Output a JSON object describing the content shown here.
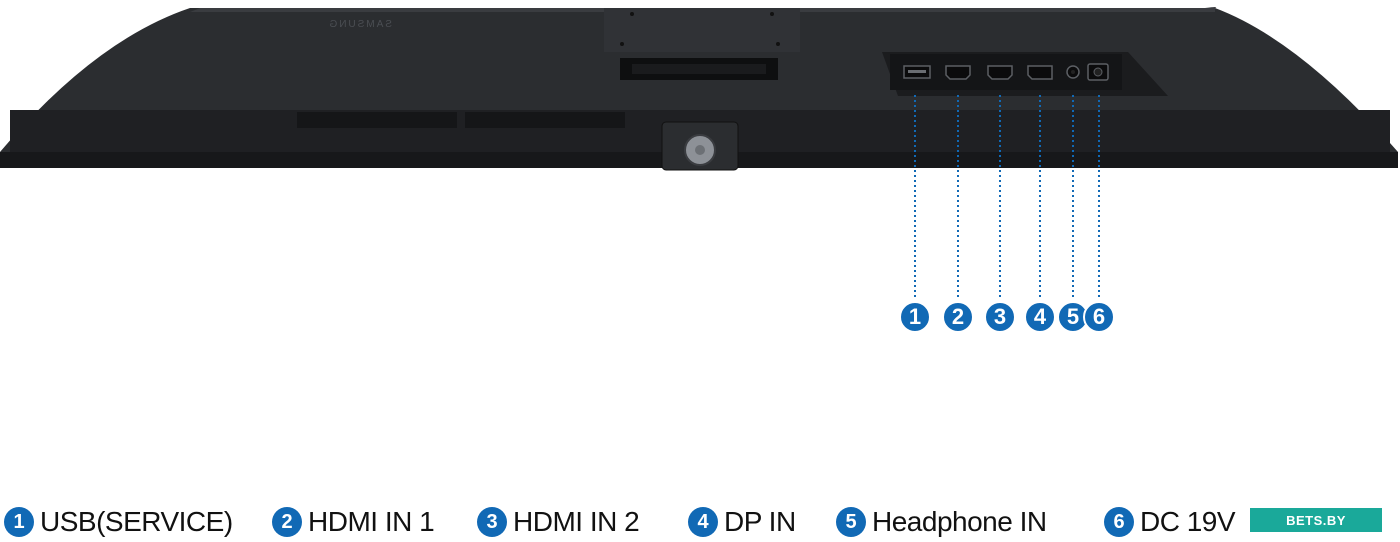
{
  "product": {
    "brand_mark": "SAMSUNG"
  },
  "callouts": [
    "1",
    "2",
    "3",
    "4",
    "5",
    "6"
  ],
  "legend": [
    {
      "number": "1",
      "label": "USB(SERVICE)"
    },
    {
      "number": "2",
      "label": "HDMI IN 1"
    },
    {
      "number": "3",
      "label": "HDMI IN 2"
    },
    {
      "number": "4",
      "label": "DP IN"
    },
    {
      "number": "5",
      "label": "Headphone IN"
    },
    {
      "number": "6",
      "label": "DC 19V"
    }
  ],
  "watermark": "BETS.BY",
  "colors": {
    "accent": "#1169b5",
    "monitor_body": "#2b2d30",
    "watermark": "#1aa99a"
  },
  "icons": [
    "usb-port-icon",
    "hdmi-port-icon",
    "hdmi-port-icon",
    "displayport-icon",
    "headphone-jack-icon",
    "dc-power-jack-icon",
    "joystick-icon"
  ]
}
